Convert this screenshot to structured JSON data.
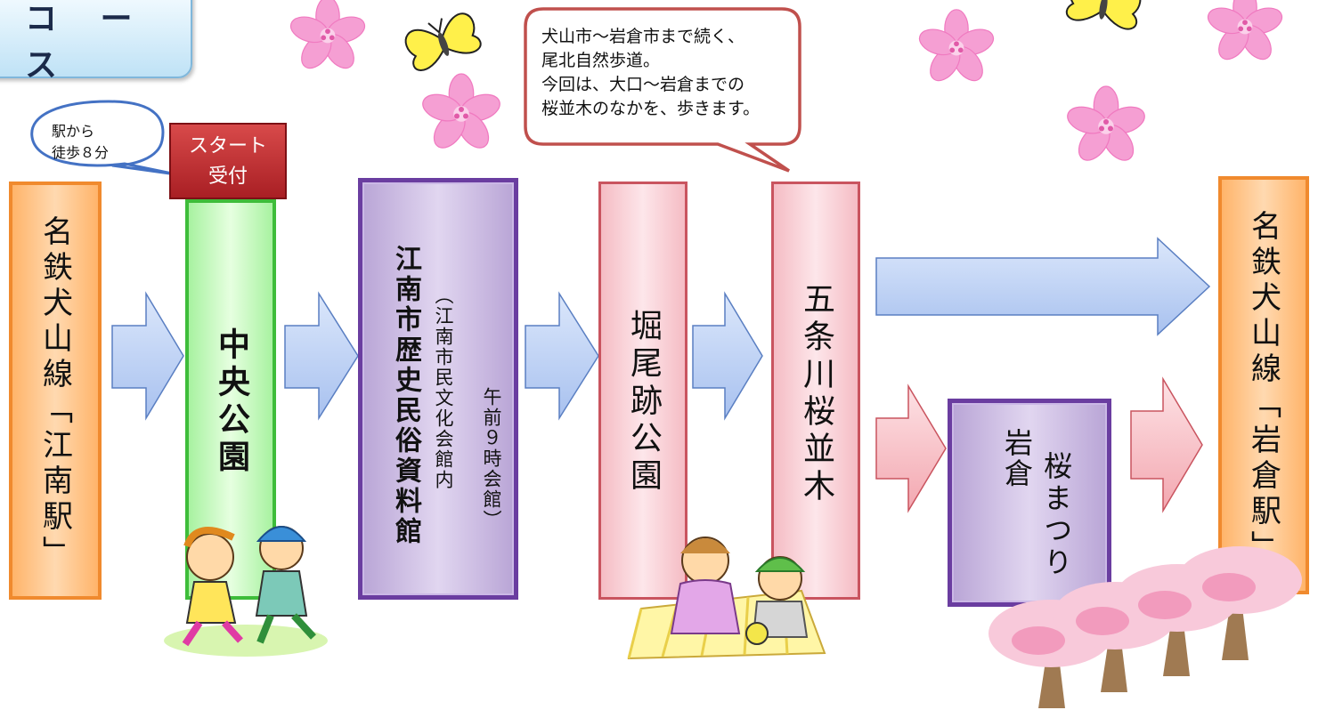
{
  "header": {
    "title": "コ ー ス"
  },
  "callouts": {
    "walk": [
      "駅から",
      "徒歩８分"
    ],
    "route": [
      "犬山市～岩倉市まで続く、",
      "尾北自然歩道。",
      "今回は、大口～岩倉までの",
      "桜並木のなかを、歩きます。"
    ]
  },
  "start": {
    "line1": "スタート",
    "line2": "受付"
  },
  "nodes": {
    "station_start": "名鉄犬山線「江南駅」",
    "park": "中央公園",
    "museum_name": "江南市歴史民俗資料館",
    "museum_sub": "（江南市民文化会館内",
    "museum_time": "午前９時会館）",
    "horio": "堀尾跡公園",
    "gojo": "五条川桜並木",
    "iwakura_a": "岩倉",
    "iwakura_b": "桜まつり",
    "station_end": "名鉄犬山線「岩倉駅」"
  },
  "colors": {
    "blue_arrow": "#b7cdf3",
    "pink_arrow": "#f7b6bd",
    "station": "#f08a2e",
    "park": "#3ebd3a",
    "purple": "#6a3da0",
    "start": "#b3262b"
  }
}
